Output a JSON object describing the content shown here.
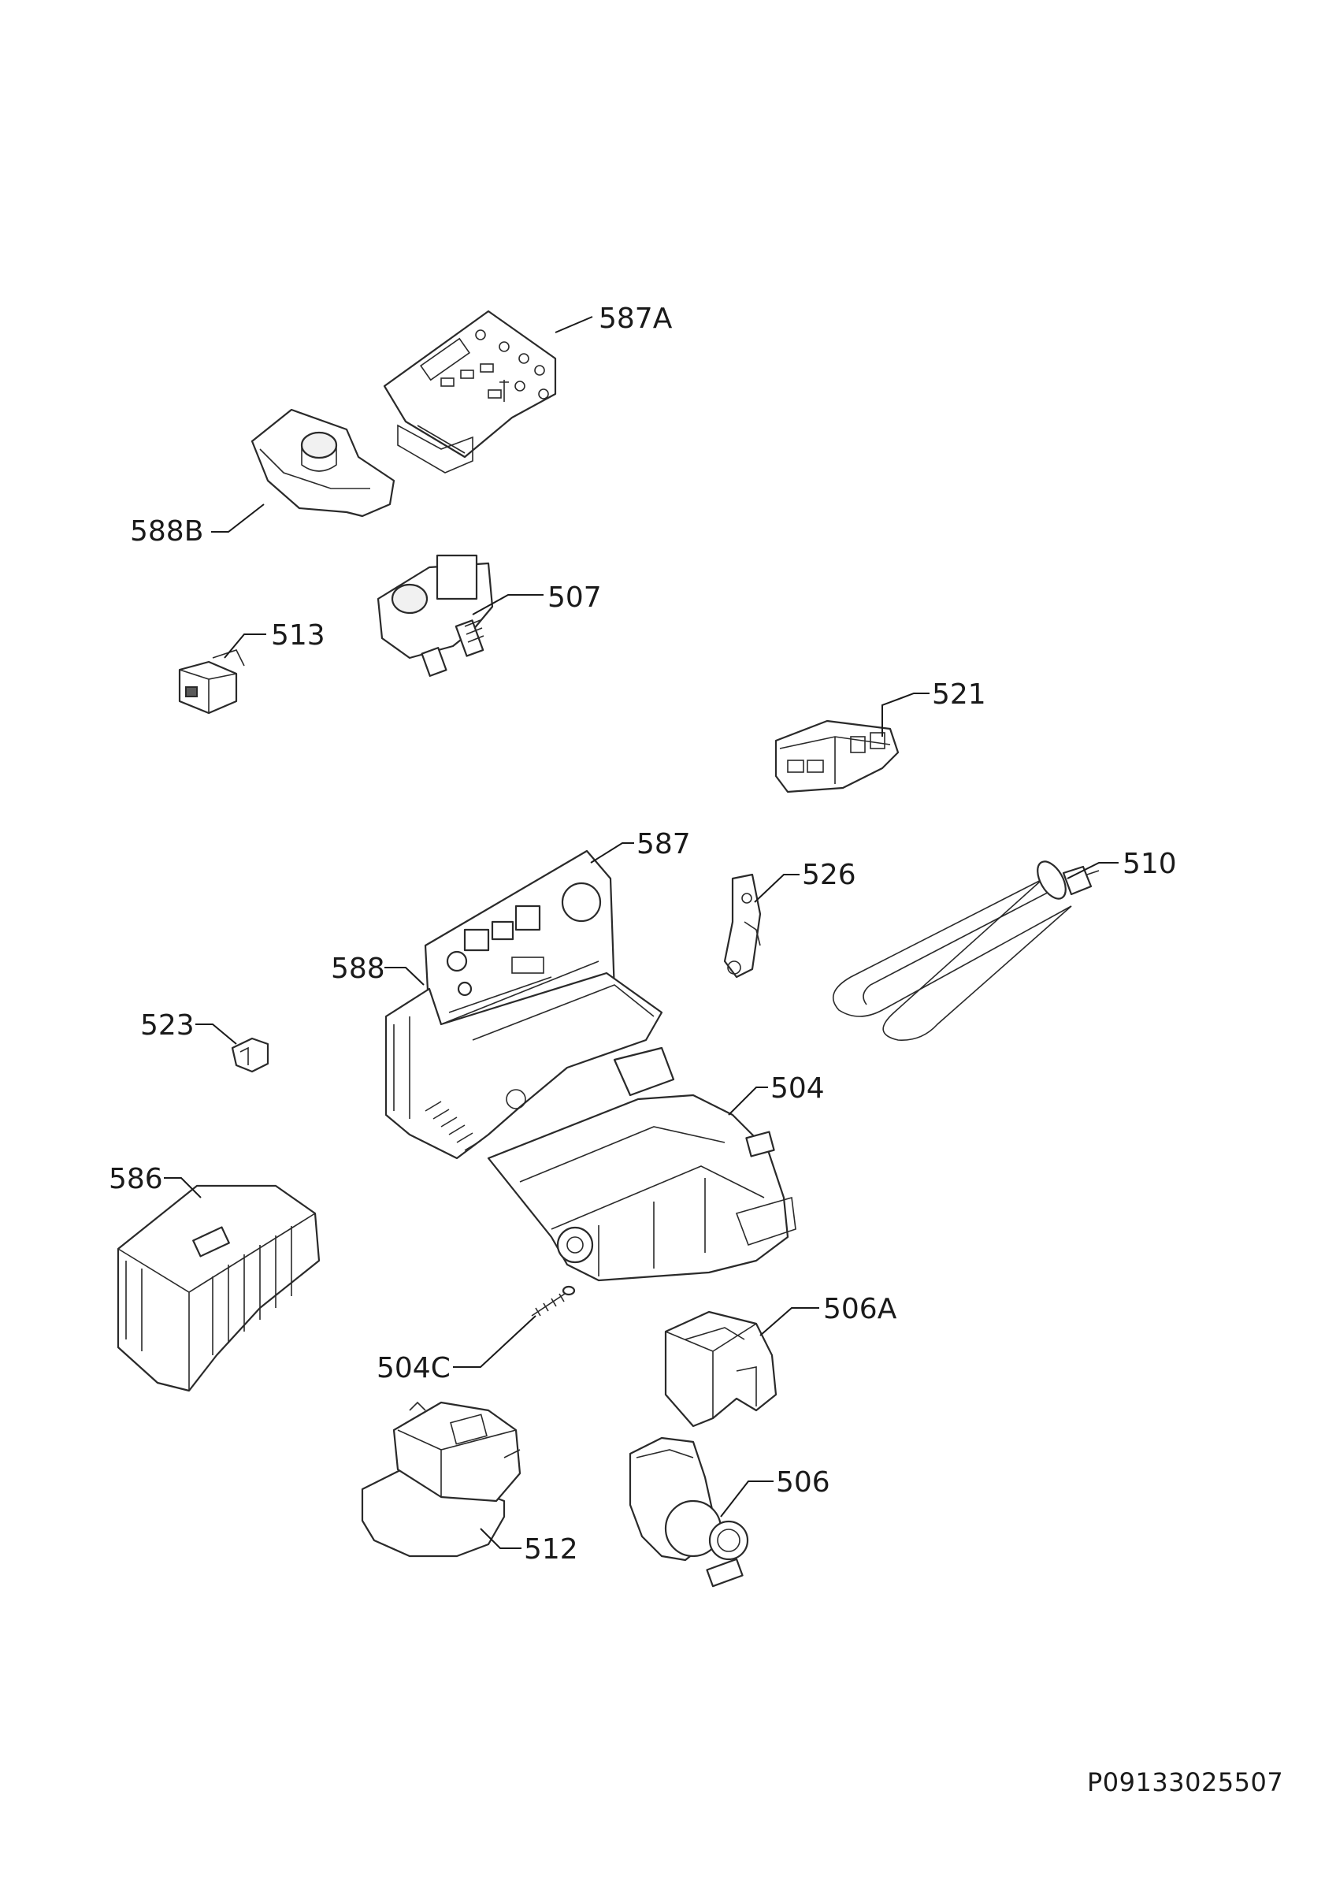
{
  "parts": [
    {
      "id": "587A",
      "label": "587A"
    },
    {
      "id": "588B",
      "label": "588B"
    },
    {
      "id": "507",
      "label": "507"
    },
    {
      "id": "513",
      "label": "513"
    },
    {
      "id": "521",
      "label": "521"
    },
    {
      "id": "587",
      "label": "587"
    },
    {
      "id": "526",
      "label": "526"
    },
    {
      "id": "510",
      "label": "510"
    },
    {
      "id": "588",
      "label": "588"
    },
    {
      "id": "523",
      "label": "523"
    },
    {
      "id": "504",
      "label": "504"
    },
    {
      "id": "586",
      "label": "586"
    },
    {
      "id": "506A",
      "label": "506A"
    },
    {
      "id": "504C",
      "label": "504C"
    },
    {
      "id": "506",
      "label": "506"
    },
    {
      "id": "512",
      "label": "512"
    }
  ],
  "document_code": "P09133025507"
}
